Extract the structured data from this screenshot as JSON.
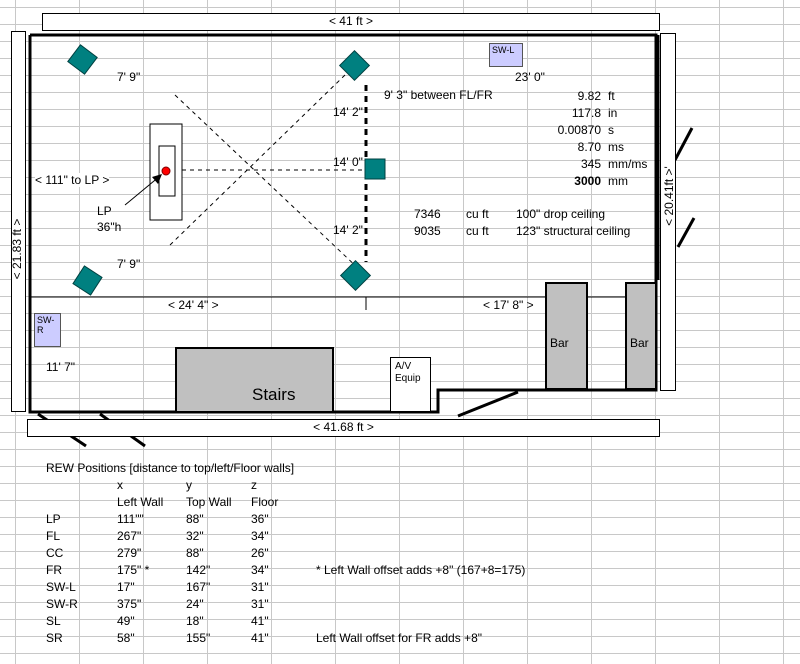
{
  "dimensions": {
    "top": "< 41 ft >",
    "left": "< 21.83 ft >",
    "right": "< 20.41ft >'",
    "bottom": "< 41.68 ft >",
    "mid_left": "< 24' 4\" >",
    "mid_right": "< 17' 8\" >"
  },
  "plan_labels": {
    "fl_dist": "7' 9\"",
    "sl_dist": "7' 9\"",
    "swl_dist": "23' 0\"",
    "swr_dist": "11' 7\"",
    "dist_top": "14' 2\"",
    "dist_mid": "14' 0\"",
    "dist_bot": "14' 2\"",
    "to_lp": "< 111\" to LP >",
    "lp_label": "LP",
    "lp_height": "36\"h",
    "between": "9' 3\" between FL/FR"
  },
  "measurements": [
    {
      "value": "9.82",
      "unit": "ft",
      "bold": false
    },
    {
      "value": "117.8",
      "unit": "in",
      "bold": false
    },
    {
      "value": "0.00870",
      "unit": "s",
      "bold": false
    },
    {
      "value": "8.70",
      "unit": "ms",
      "bold": false
    },
    {
      "value": "345",
      "unit": "mm/ms",
      "bold": false
    },
    {
      "value": "3000",
      "unit": "mm",
      "bold": true
    }
  ],
  "volumes": [
    {
      "value": "7346",
      "unit": "cu ft",
      "note": "100\" drop ceiling"
    },
    {
      "value": "9035",
      "unit": "cu ft",
      "note": "123\" structural ceiling"
    }
  ],
  "objects": {
    "sw_l": "SW-L",
    "sw_r_1": "SW-",
    "sw_r_2": "R",
    "stairs": "Stairs",
    "av_1": "A/V",
    "av_2": "Equip",
    "bar_1": "Bar",
    "bar_2": "Bar"
  },
  "colors": {
    "speaker": "#008080",
    "subwoofer": "#ccccff",
    "fixture": "#c0c0c0",
    "listening_point": "#ff0000"
  },
  "table": {
    "title": "REW Positions [distance to top/left/Floor walls]",
    "axis_headers": [
      "x",
      "y",
      "z"
    ],
    "col_headers": [
      "Left Wall",
      "Top Wall",
      "Floor"
    ],
    "rows": [
      {
        "name": "LP",
        "x": "111\"\"",
        "y": "88\"",
        "z": "36\"",
        "note": ""
      },
      {
        "name": "FL",
        "x": "267\"",
        "y": "32\"",
        "z": "34\"",
        "note": ""
      },
      {
        "name": "CC",
        "x": "279\"",
        "y": "88\"",
        "z": "26\"",
        "note": ""
      },
      {
        "name": "FR",
        "x": "175\" *",
        "y": "142\"",
        "z": "34\"",
        "note": "* Left Wall offset adds +8\" (167+8=175)"
      },
      {
        "name": "SW-L",
        "x": "17\"",
        "y": "167\"",
        "z": "31\"",
        "note": ""
      },
      {
        "name": "SW-R",
        "x": "375\"",
        "y": "24\"",
        "z": "31\"",
        "note": ""
      },
      {
        "name": "SL",
        "x": "49\"",
        "y": "18\"",
        "z": "41\"",
        "note": ""
      },
      {
        "name": "SR",
        "x": "58\"",
        "y": "155\"",
        "z": "41\"",
        "note": "Left Wall offset for FR adds +8\""
      }
    ]
  }
}
